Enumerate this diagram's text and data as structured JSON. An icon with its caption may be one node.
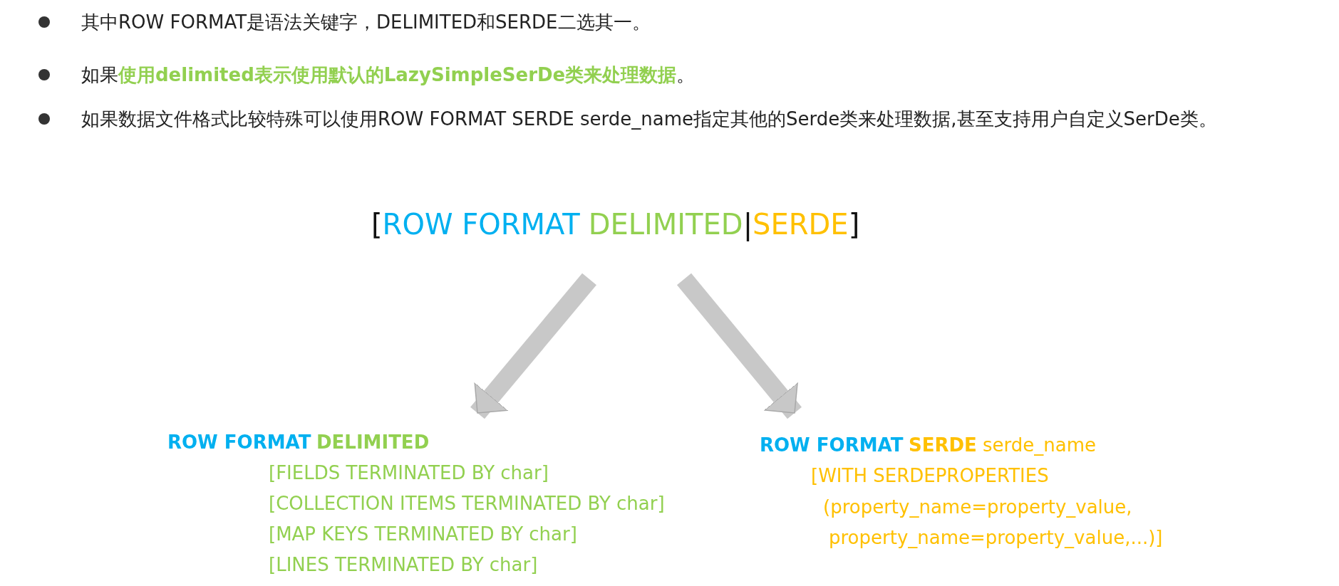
{
  "diagram": {
    "nodes": [
      {
        "text": [
          "[",
          "ROW FORMAT",
          "DELIMITED",
          "|",
          "SERDE",
          "]"
        ]
      },
      {
        "text": [
          "ROW FORMAT",
          "DELIMITED",
          "[FIELDS TERMINATED BY char]",
          "[COLLECTION ITEMS TERMINATED BY char]",
          "[MAP KEYS TERMINATED BY char]",
          "[LINES TERMINATED BY char]"
        ]
      },
      {
        "text": [
          "ROW FORMAT",
          "SERDE",
          "serde_name",
          "[WITH SERDEPROPERTIES",
          "(property_name=property_value,",
          "property_name=property_value,...)]"
        ]
      }
    ],
    "edges": [
      {
        "from": 0,
        "to": 1,
        "arrow": "to"
      },
      {
        "from": 0,
        "to": 2,
        "arrow": "to"
      }
    ],
    "labels": [
      "其中ROW FORMAT是语法关键字，DELIMITED和SERDE二选其一。",
      "如果**使用delimited表示使用默认的LazySimpleSerDe类来处理数据**。",
      "如果数据文件格式比较特殊可以使用ROW FORMAT SERDE serde_name指定其他的Serde类来处理数据,甚至支持用户自定义SerDe类。"
    ]
  }
}
